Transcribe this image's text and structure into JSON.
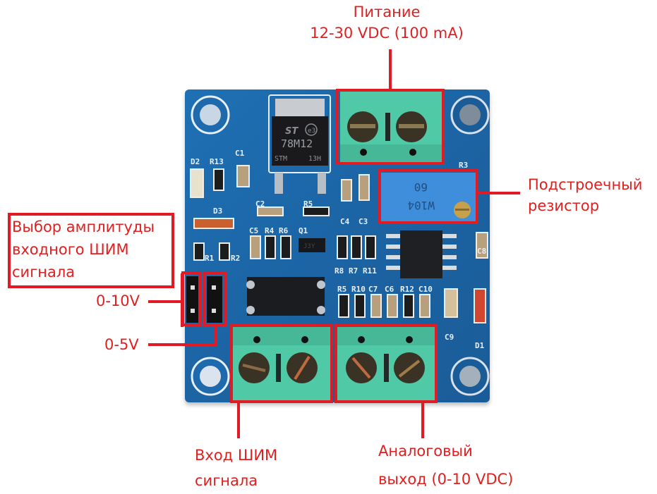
{
  "annotations": {
    "power": {
      "lines": [
        "Питание",
        "12-30 VDC (100 mA)"
      ]
    },
    "trimmer": {
      "lines": [
        "Подстроечный",
        "резистор"
      ]
    },
    "amplitude_select": {
      "lines": [
        "Выбор амплитуды",
        "входного ШИМ",
        "сигнала"
      ]
    },
    "jumper_10v": "0-10V",
    "jumper_5v": "0-5V",
    "pwm_input": {
      "lines": [
        "Вход ШИМ",
        "сигнала"
      ]
    },
    "analog_output": {
      "lines": [
        "Аналоговый",
        "выход (0-10 VDC)"
      ]
    }
  },
  "board": {
    "regulator": {
      "brand_logo": "st-logo",
      "marking": "78M12",
      "code": "13H",
      "sub": "STM",
      "rohs": "e3"
    },
    "trimmer_pot": {
      "marking_1": "60",
      "marking_2": "W104",
      "designator": "R3"
    },
    "transistor_marking": "J3Y",
    "silkscreen": [
      "D2",
      "R13",
      "C1",
      "D3",
      "C2",
      "R5",
      "C5",
      "R4",
      "R6",
      "Q1",
      "R1",
      "R2",
      "C4",
      "C3",
      "R3",
      "C8",
      "R8",
      "R7",
      "R11",
      "R5",
      "R10",
      "C7",
      "C6",
      "R12",
      "C10",
      "C9",
      "D1"
    ]
  },
  "colors": {
    "annotation": "#e01b24",
    "pcb": "#1c64a4",
    "terminal": "#4fc9a6"
  }
}
